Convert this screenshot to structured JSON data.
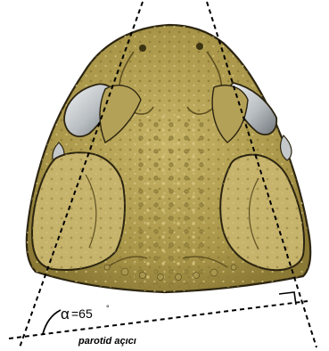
{
  "figure": {
    "angle_symbol": "α",
    "angle_value": "=65",
    "angle_unit": "°",
    "caption": "parotid açıcı",
    "angle_degrees": 65
  },
  "colors": {
    "skin": "#b8a55a",
    "skin_dark": "#7d6c2e",
    "outline": "#2b2410",
    "gland": "#c9b26a",
    "eye_silver": "#cfd3d6",
    "line": "#000000"
  }
}
